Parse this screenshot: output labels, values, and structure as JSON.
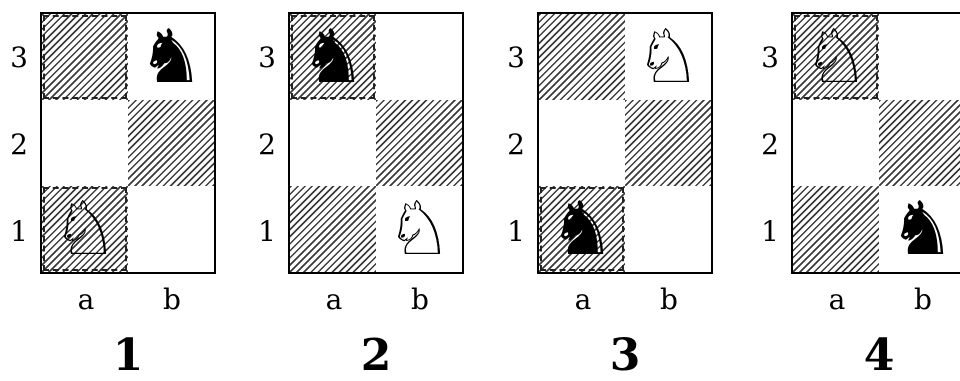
{
  "ranks": [
    "3",
    "2",
    "1"
  ],
  "files": [
    "a",
    "b"
  ],
  "colors": {
    "line": "#000000",
    "hatch": "#3a3a3a",
    "background": "#ffffff"
  },
  "panels": [
    {
      "caption": "1",
      "squares": {
        "a3": {
          "shade": "dark",
          "piece": ""
        },
        "b3": {
          "shade": "light",
          "piece": "♞"
        },
        "a2": {
          "shade": "light",
          "piece": ""
        },
        "b2": {
          "shade": "dark",
          "piece": ""
        },
        "a1": {
          "shade": "dark",
          "piece": "♘"
        },
        "b1": {
          "shade": "light",
          "piece": ""
        }
      }
    },
    {
      "caption": "2",
      "squares": {
        "a3": {
          "shade": "dark",
          "piece": "♞"
        },
        "b3": {
          "shade": "light",
          "piece": ""
        },
        "a2": {
          "shade": "light",
          "piece": ""
        },
        "b2": {
          "shade": "dark",
          "piece": ""
        },
        "a1": {
          "shade": "dark",
          "piece": ""
        },
        "b1": {
          "shade": "light",
          "piece": "♘"
        }
      }
    },
    {
      "caption": "3",
      "squares": {
        "a3": {
          "shade": "dark",
          "piece": ""
        },
        "b3": {
          "shade": "light",
          "piece": "♘"
        },
        "a2": {
          "shade": "light",
          "piece": ""
        },
        "b2": {
          "shade": "dark",
          "piece": ""
        },
        "a1": {
          "shade": "dark",
          "piece": "♞"
        },
        "b1": {
          "shade": "light",
          "piece": ""
        }
      }
    },
    {
      "caption": "4",
      "squares": {
        "a3": {
          "shade": "dark",
          "piece": "♘"
        },
        "b3": {
          "shade": "light",
          "piece": ""
        },
        "a2": {
          "shade": "light",
          "piece": ""
        },
        "b2": {
          "shade": "dark",
          "piece": ""
        },
        "a1": {
          "shade": "dark",
          "piece": ""
        },
        "b1": {
          "shade": "light",
          "piece": "♞"
        }
      }
    }
  ]
}
